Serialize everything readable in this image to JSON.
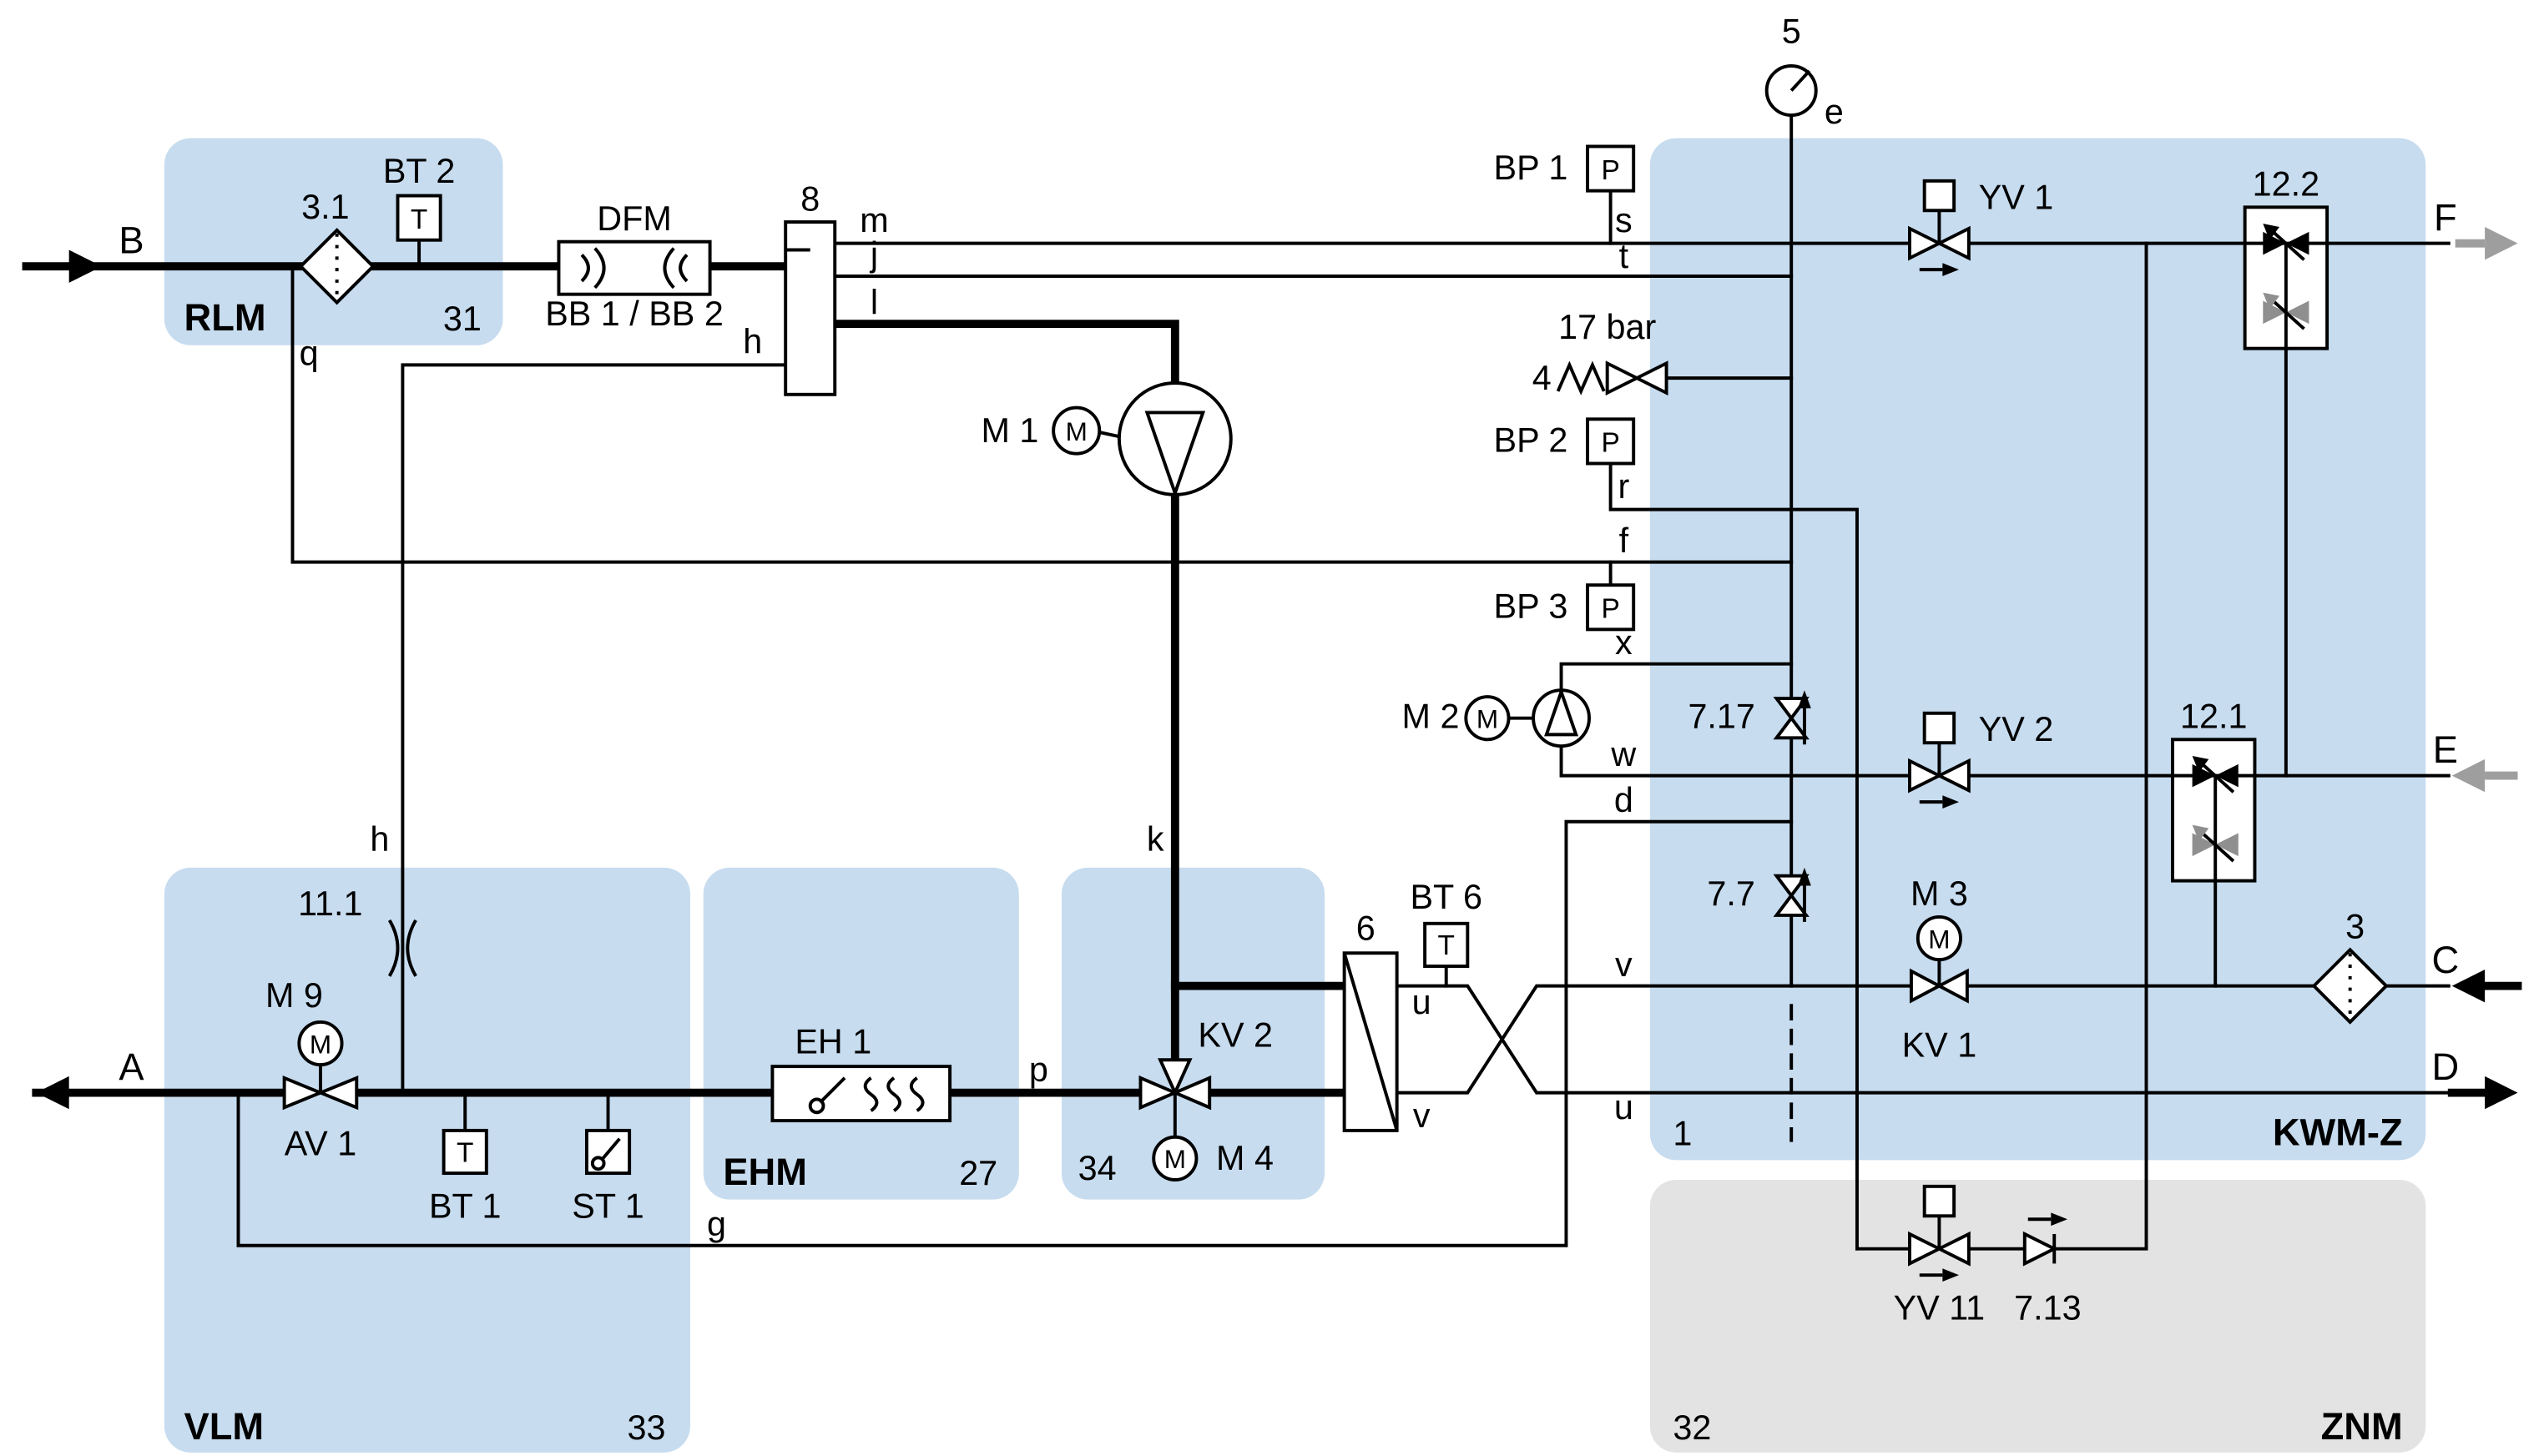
{
  "zones": {
    "rlm": {
      "name": "RLM",
      "number": "31"
    },
    "vlm": {
      "name": "VLM",
      "number": "33"
    },
    "ehm": {
      "name": "EHM",
      "number": "27"
    },
    "zone34": {
      "number": "34"
    },
    "kwmz": {
      "name": "KWM-Z",
      "number": "1"
    },
    "znm": {
      "name": "ZNM",
      "number": "32"
    }
  },
  "ports": {
    "a": "A",
    "b": "B",
    "c": "C",
    "d": "D",
    "e": "E",
    "f": "F"
  },
  "lines": {
    "q": "q",
    "h": "h",
    "m": "m",
    "j": "j",
    "l": "l",
    "s": "s",
    "t": "t",
    "r": "r",
    "f": "f",
    "x": "x",
    "w": "w",
    "d": "d",
    "k": "k",
    "p": "p",
    "g": "g",
    "u": "u",
    "v": "v",
    "e": "e"
  },
  "components": {
    "filter_rlm": {
      "label": "3.1"
    },
    "bt2": {
      "label": "BT 2",
      "symbol": "T"
    },
    "dfm": {
      "label": "DFM",
      "sublabel": "BB 1 / BB 2"
    },
    "manifold": {
      "label": "8"
    },
    "pump_m1": {
      "label": "M 1",
      "motor": "M"
    },
    "gauge": {
      "label": "5"
    },
    "bp1": {
      "label": "BP 1",
      "symbol": "P"
    },
    "bp2": {
      "label": "BP 2",
      "symbol": "P"
    },
    "bp3": {
      "label": "BP 3",
      "symbol": "P"
    },
    "relief": {
      "label": "4",
      "pressure": "17 bar"
    },
    "pump_m2": {
      "label": "M 2",
      "motor": "M"
    },
    "check_717": {
      "label": "7.17"
    },
    "check_77": {
      "label": "7.7"
    },
    "yv1": {
      "label": "YV 1"
    },
    "yv2": {
      "label": "YV 2"
    },
    "yv11": {
      "label": "YV 11"
    },
    "check_713": {
      "label": "7.13"
    },
    "unit_122": {
      "label": "12.2"
    },
    "unit_121": {
      "label": "12.1"
    },
    "kv1": {
      "label": "KV 1",
      "motor_label": "M 3",
      "motor": "M"
    },
    "filter_c": {
      "label": "3"
    },
    "hx": {
      "label": "6"
    },
    "bt6": {
      "label": "BT 6",
      "symbol": "T"
    },
    "kv2": {
      "label": "KV 2",
      "motor_label": "M 4",
      "motor": "M"
    },
    "eh1": {
      "label": "EH 1"
    },
    "st1": {
      "label": "ST 1"
    },
    "bt1": {
      "label": "BT 1",
      "symbol": "T"
    },
    "av1": {
      "label": "AV 1",
      "motor_label": "M 9",
      "motor": "M"
    },
    "comp_111": {
      "label": "11.1"
    }
  },
  "colors": {
    "zone_blue": "#c7dcef",
    "zone_gray": "#e3e3e3",
    "line": "#000000",
    "muted_arrow": "#9e9e9e",
    "muted_valve": "#8f8f8f"
  }
}
